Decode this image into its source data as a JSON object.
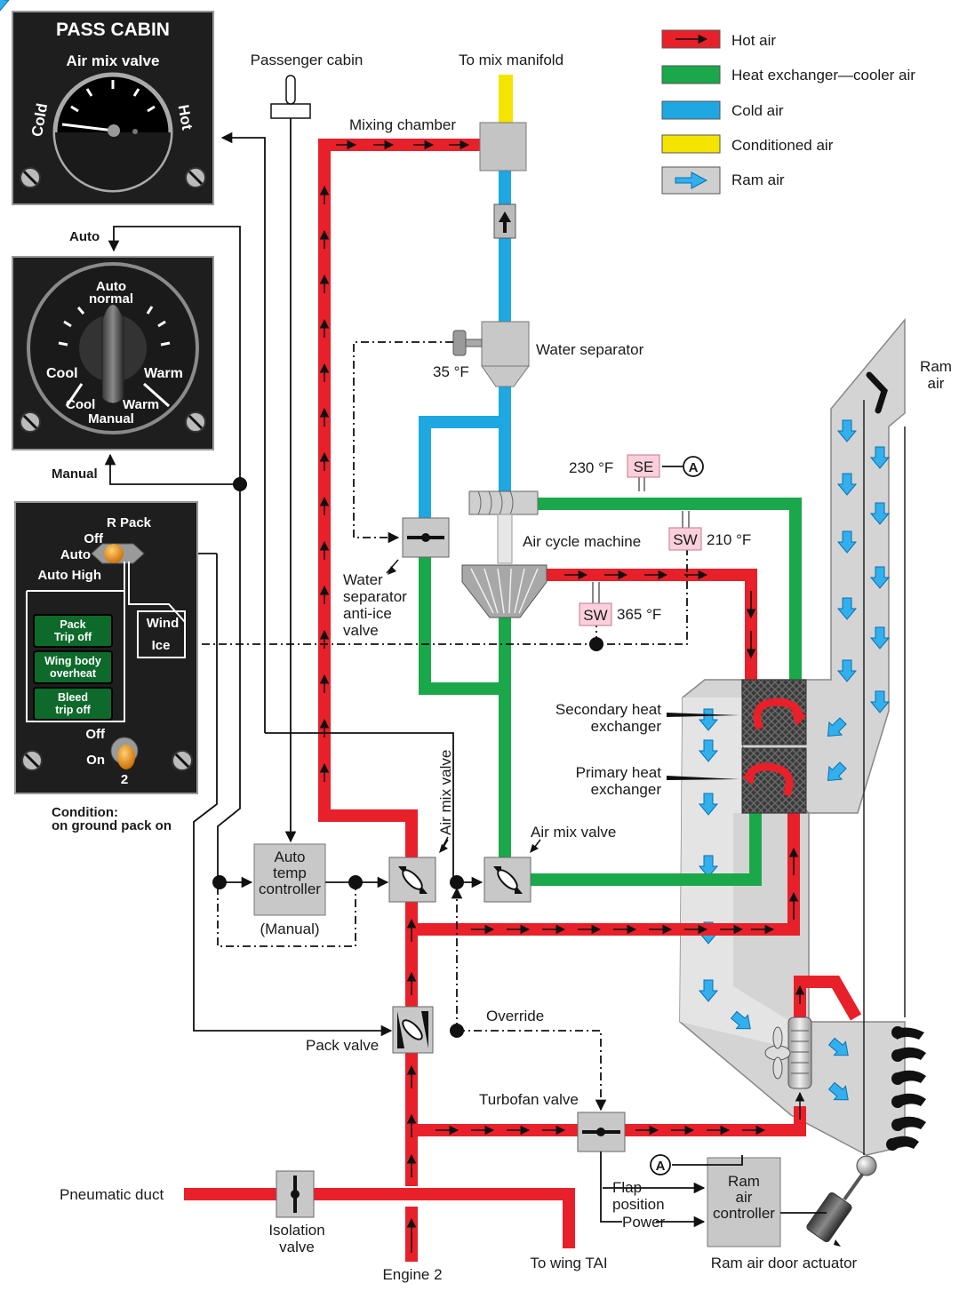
{
  "legend": {
    "hot_air": "Hot air",
    "hx_cooler_air": "Heat exchanger—cooler air",
    "cold_air": "Cold air",
    "conditioned_air": "Conditioned air",
    "ram_air": "Ram air",
    "colors": {
      "hot": "#e8202a",
      "cooler": "#1aa84a",
      "cold": "#1ea7e1",
      "conditioned": "#f5e400",
      "ram": "#c8c8c8"
    }
  },
  "panels": {
    "pass_cabin": {
      "title": "PASS CABIN",
      "subtitle": "Air mix valve",
      "cold": "Cold",
      "hot": "Hot"
    },
    "selector": {
      "auto_label": "Auto",
      "manual_label": "Manual",
      "auto_normal_1": "Auto",
      "auto_normal_2": "normal",
      "cool": "Cool",
      "warm": "Warm",
      "cool2": "Cool",
      "warm2": "Warm",
      "manual": "Manual"
    },
    "r_pack": {
      "title": "R Pack",
      "off": "Off",
      "auto": "Auto",
      "auto_high": "Auto High",
      "wind": "Wind",
      "ice": "Ice",
      "pack_trip_1": "Pack",
      "pack_trip_2": "Trip off",
      "wing_body_1": "Wing body",
      "wing_body_2": "overheat",
      "bleed_1": "Bleed",
      "bleed_2": "trip off",
      "off2": "Off",
      "on": "On",
      "number": "2",
      "condition_1": "Condition:",
      "condition_2": "on ground pack on"
    }
  },
  "labels": {
    "passenger_cabin": "Passenger cabin",
    "to_mix_manifold": "To mix manifold",
    "mixing_chamber": "Mixing chamber",
    "water_separator": "Water separator",
    "temp_35": "35 °F",
    "ram_air_1": "Ram",
    "ram_air_2": "air",
    "temp_230": "230 °F",
    "se": "SE",
    "point_a": "A",
    "air_cycle_machine": "Air cycle machine",
    "sw": "SW",
    "temp_210": "210 °F",
    "sw2": "SW",
    "temp_365": "365 °F",
    "wsaiv_1": "Water",
    "wsaiv_2": "separator",
    "wsaiv_3": "anti-ice",
    "wsaiv_4": "valve",
    "secondary_hx_1": "Secondary heat",
    "secondary_hx_2": "exchanger",
    "primary_hx_1": "Primary heat",
    "primary_hx_2": "exchanger",
    "air_mix_valve_vertical": "Air mix valve",
    "air_mix_valve": "Air mix valve",
    "atc_1": "Auto",
    "atc_2": "temp",
    "atc_3": "controller",
    "manual_paren": "(Manual)",
    "override": "Override",
    "pack_valve": "Pack valve",
    "turbofan_valve": "Turbofan valve",
    "point_a2": "A",
    "flap_1": "Flap",
    "flap_2": "position",
    "power": "Power",
    "rac_1": "Ram",
    "rac_2": "air",
    "rac_3": "controller",
    "pneumatic_duct": "Pneumatic duct",
    "isolation_1": "Isolation",
    "isolation_2": "valve",
    "to_wing_tai": "To wing TAI",
    "engine_2": "Engine 2",
    "ram_air_door_actuator": "Ram air door actuator"
  }
}
